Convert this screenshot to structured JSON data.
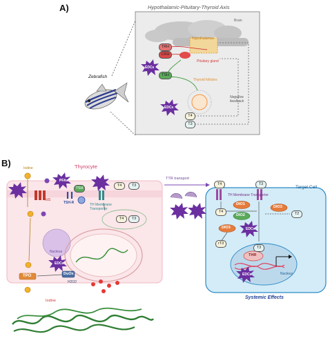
{
  "panel_a": {
    "label": "A)",
    "title": "Hypothalamic-Pituitary-Thyroid Axis",
    "organism": "Zebrafish",
    "brain": "Brain",
    "hypothalamus": "Hypothalamus",
    "pituitary": "Pituitary gland",
    "thyroid_follicles": "Thyroid follicles",
    "negative_feedback": "Negative feedback",
    "trh": "TRH",
    "crh": "CRH",
    "tsh": "TSH",
    "t4": "T4",
    "t3": "T3",
    "edc1": "EDCs",
    "edc2": "EDCs"
  },
  "panel_b": {
    "label": "B)",
    "thyrocyte": "Thyrocyte",
    "iodine_top": "Iodine",
    "iodine_bottom": "Iodine",
    "nis": "NIS",
    "tsh_r": "TSH-R",
    "tsh": "TSH",
    "pfas": "PFAs",
    "th_transporter": "TH Membrane Transporter",
    "nucleus_left": "Nucleus",
    "tpo": "TPO",
    "duox": "DuOx",
    "h2o2": "H2O2",
    "ttr_transport": "TTR transport",
    "target_cell": "Target Cell",
    "th_transporter_target": "TH Membrane Transporter",
    "dio1": "DIO1",
    "dio2": "DIO2",
    "dio3_top": "DIO3",
    "dio3_left": "DIO3",
    "t4": "T4",
    "t3": "T3",
    "t2": "T2",
    "rt3": "rT3",
    "thr": "THR",
    "nucleus_right": "Nucleus",
    "systemic": "Systemic Effects",
    "edcs": "EDCs"
  }
}
